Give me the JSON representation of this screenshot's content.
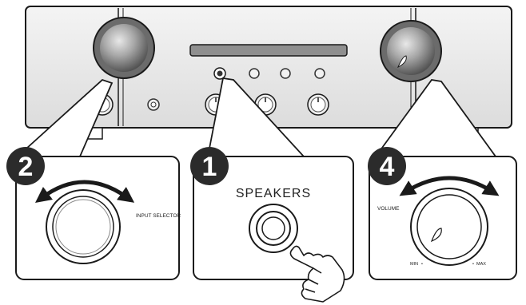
{
  "steps": [
    {
      "number": "2",
      "label": "INPUT SELECTOR"
    },
    {
      "number": "1",
      "label": "SPEAKERS"
    },
    {
      "number": "4",
      "label": "VOLUME",
      "min_label": "MIN",
      "max_label": "MAX"
    }
  ],
  "colors": {
    "panel_fill": "#ffffff",
    "outline": "#1a1a1a",
    "knob_dark": "#555555",
    "knob_light": "#d9d9d9",
    "badge": "#2b2b2b"
  }
}
